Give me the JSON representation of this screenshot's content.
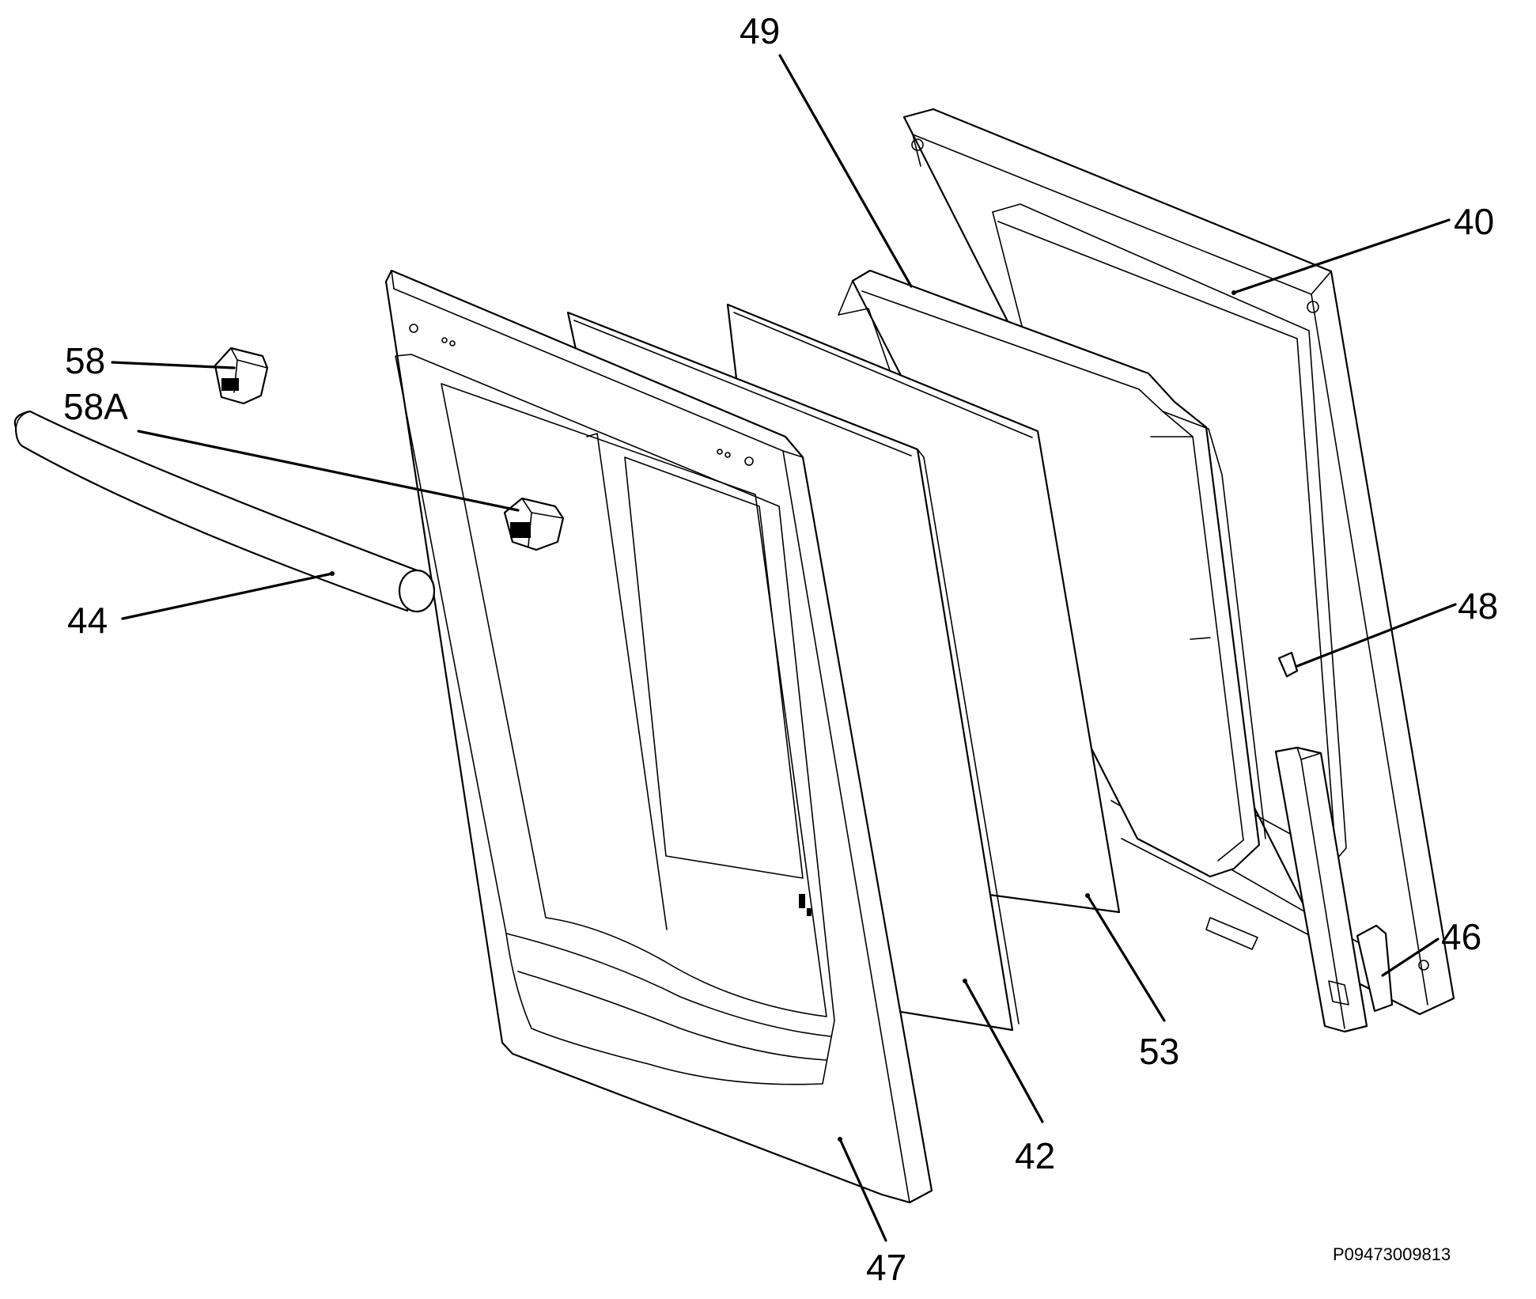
{
  "diagram": {
    "callouts": {
      "c49": "49",
      "c40": "40",
      "c58": "58",
      "c58a": "58A",
      "c44": "44",
      "c48": "48",
      "c46": "46",
      "c53": "53",
      "c42": "42",
      "c47": "47"
    },
    "drawing_code": "P09473009813"
  }
}
